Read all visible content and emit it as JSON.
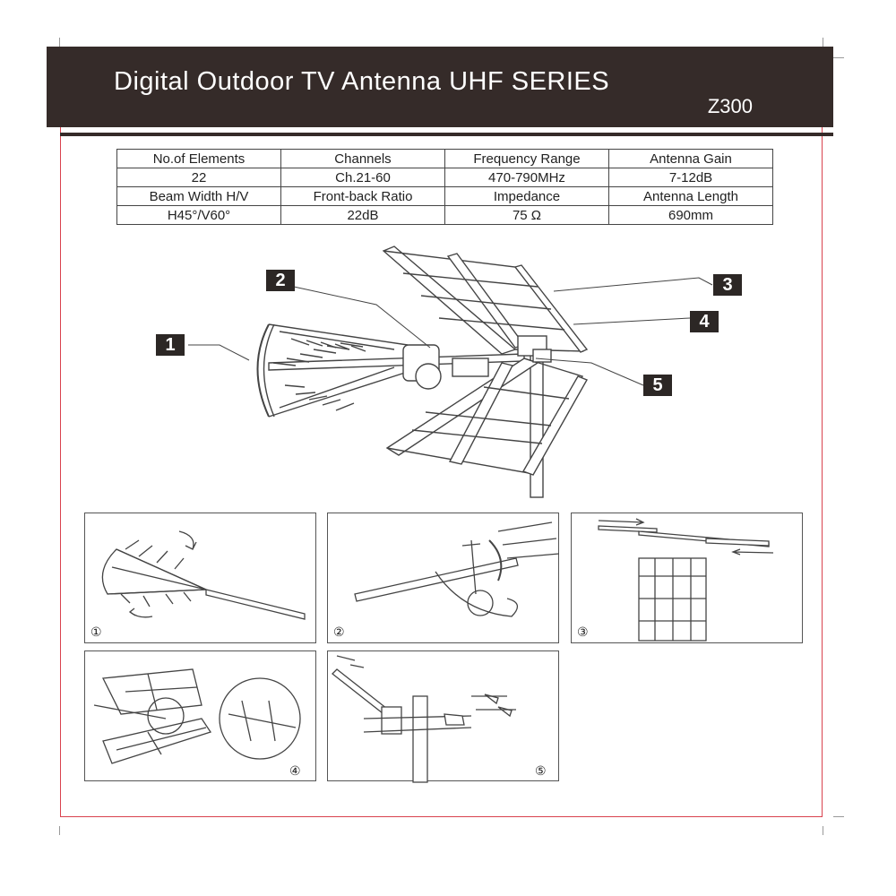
{
  "header": {
    "title": "Digital Outdoor TV Antenna UHF SERIES",
    "model": "Z300"
  },
  "specs": {
    "rows": [
      [
        "No.of Elements",
        "Channels",
        "Frequency Range",
        "Antenna Gain"
      ],
      [
        "22",
        "Ch.21-60",
        "470-790MHz",
        "7-12dB"
      ],
      [
        "Beam Width H/V",
        "Front-back Ratio",
        "Impedance",
        "Antenna Length"
      ],
      [
        "H45°/V60°",
        "22dB",
        "75 Ω",
        "690mm"
      ]
    ]
  },
  "callouts": [
    "1",
    "2",
    "3",
    "4",
    "5"
  ],
  "steps": [
    "①",
    "②",
    "③",
    "④",
    "⑤"
  ],
  "colors": {
    "header_bg": "#352b29",
    "trim_line": "#d9424e",
    "ink": "#222222"
  }
}
